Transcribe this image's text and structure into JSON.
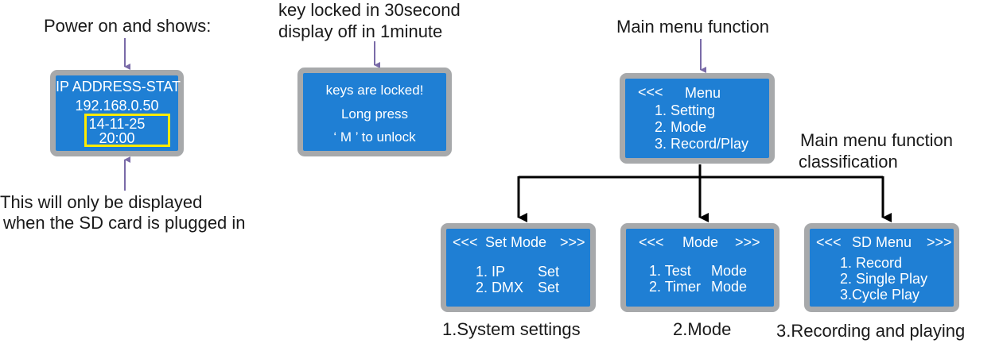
{
  "labels": {
    "power_on": "Power on and shows:",
    "lock_line1": "key locked in 30second",
    "lock_line2": "display off in 1minute",
    "main_menu_function": "Main menu function",
    "classification_line1": "Main menu function",
    "classification_line2": "classification",
    "sd_note_line1": "This  will only be displayed",
    "sd_note_line2": "when the SD card is plugged in",
    "caption_system": "1.System settings",
    "caption_mode": "2.Mode",
    "caption_recording": "3.Recording and playing"
  },
  "screens": {
    "status": {
      "line1": "IP ADDRESS-STAT",
      "line2": "192.168.0.50",
      "date": "14-11-25",
      "time": "20:00"
    },
    "locked": {
      "line1": "keys  are  locked!",
      "line2": "Long  press",
      "line3": "‘ M ’  to unlock"
    },
    "menu": {
      "back": "<<<",
      "title": "Menu",
      "item1": "1. Setting",
      "item2": "2. Mode",
      "item3": "3. Record/Play"
    },
    "setmode": {
      "back": "<<<",
      "title": "Set  Mode",
      "next": ">>>",
      "item1_a": "1. IP",
      "item1_b": "Set",
      "item2_a": "2.  DMX",
      "item2_b": "Set"
    },
    "mode": {
      "back": "<<<",
      "title": "Mode",
      "next": ">>>",
      "item1_a": "1. Test",
      "item1_b": "Mode",
      "item2_a": "2. Timer",
      "item2_b": "Mode"
    },
    "sdmenu": {
      "back": "<<<",
      "title": "SD Menu",
      "next": ">>>",
      "item1": "1. Record",
      "item2": "2. Single  Play",
      "item3": "3.Cycle  Play"
    }
  },
  "colors": {
    "screen_bg": "#1f7fd4",
    "screen_border": "#a7a9ab",
    "highlight": "#ffeb00",
    "arrow_purple": "#7a6ba8",
    "tree_line": "#000000"
  }
}
